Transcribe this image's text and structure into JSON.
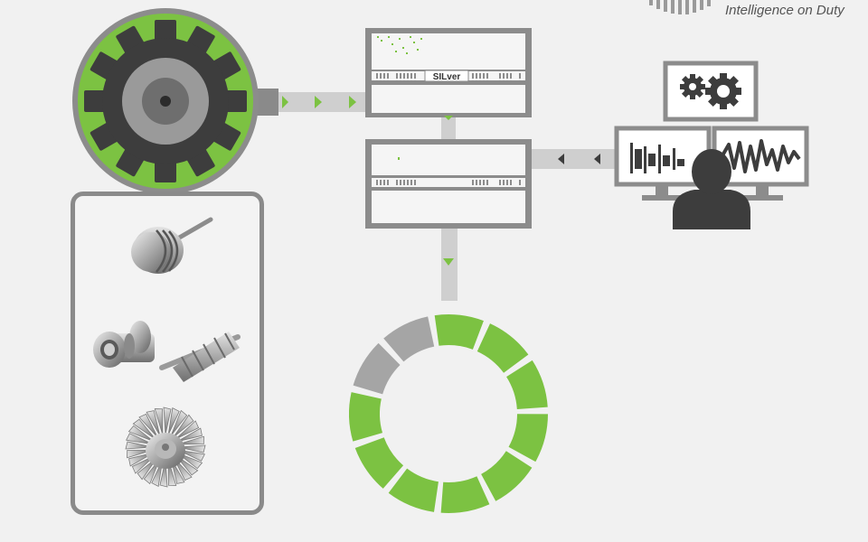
{
  "brand": {
    "tagline": "Intelligence on Duty"
  },
  "server_top": {
    "label": "SILver"
  },
  "colors": {
    "accent_green": "#7cc242",
    "dark_gray": "#3d3d3d",
    "mid_gray": "#8c8c8c",
    "light_gray": "#a5a5a5"
  },
  "ring": {
    "segments_total": 11,
    "segments_green": 9,
    "segments_gray": 2
  },
  "icons": {
    "gear_machine": "gear-icon",
    "server_top": "server-icon",
    "server_bottom": "server-icon",
    "operator": "operator-icon",
    "monitor_gears": "gears-icon",
    "monitor_signal": "waveform-icon",
    "monitor_candles": "candlestick-icon",
    "part_piston": "piston-icon",
    "part_shaft": "shaft-icon",
    "part_rotor": "screw-rotor-icon",
    "part_turbine": "turbine-icon"
  }
}
